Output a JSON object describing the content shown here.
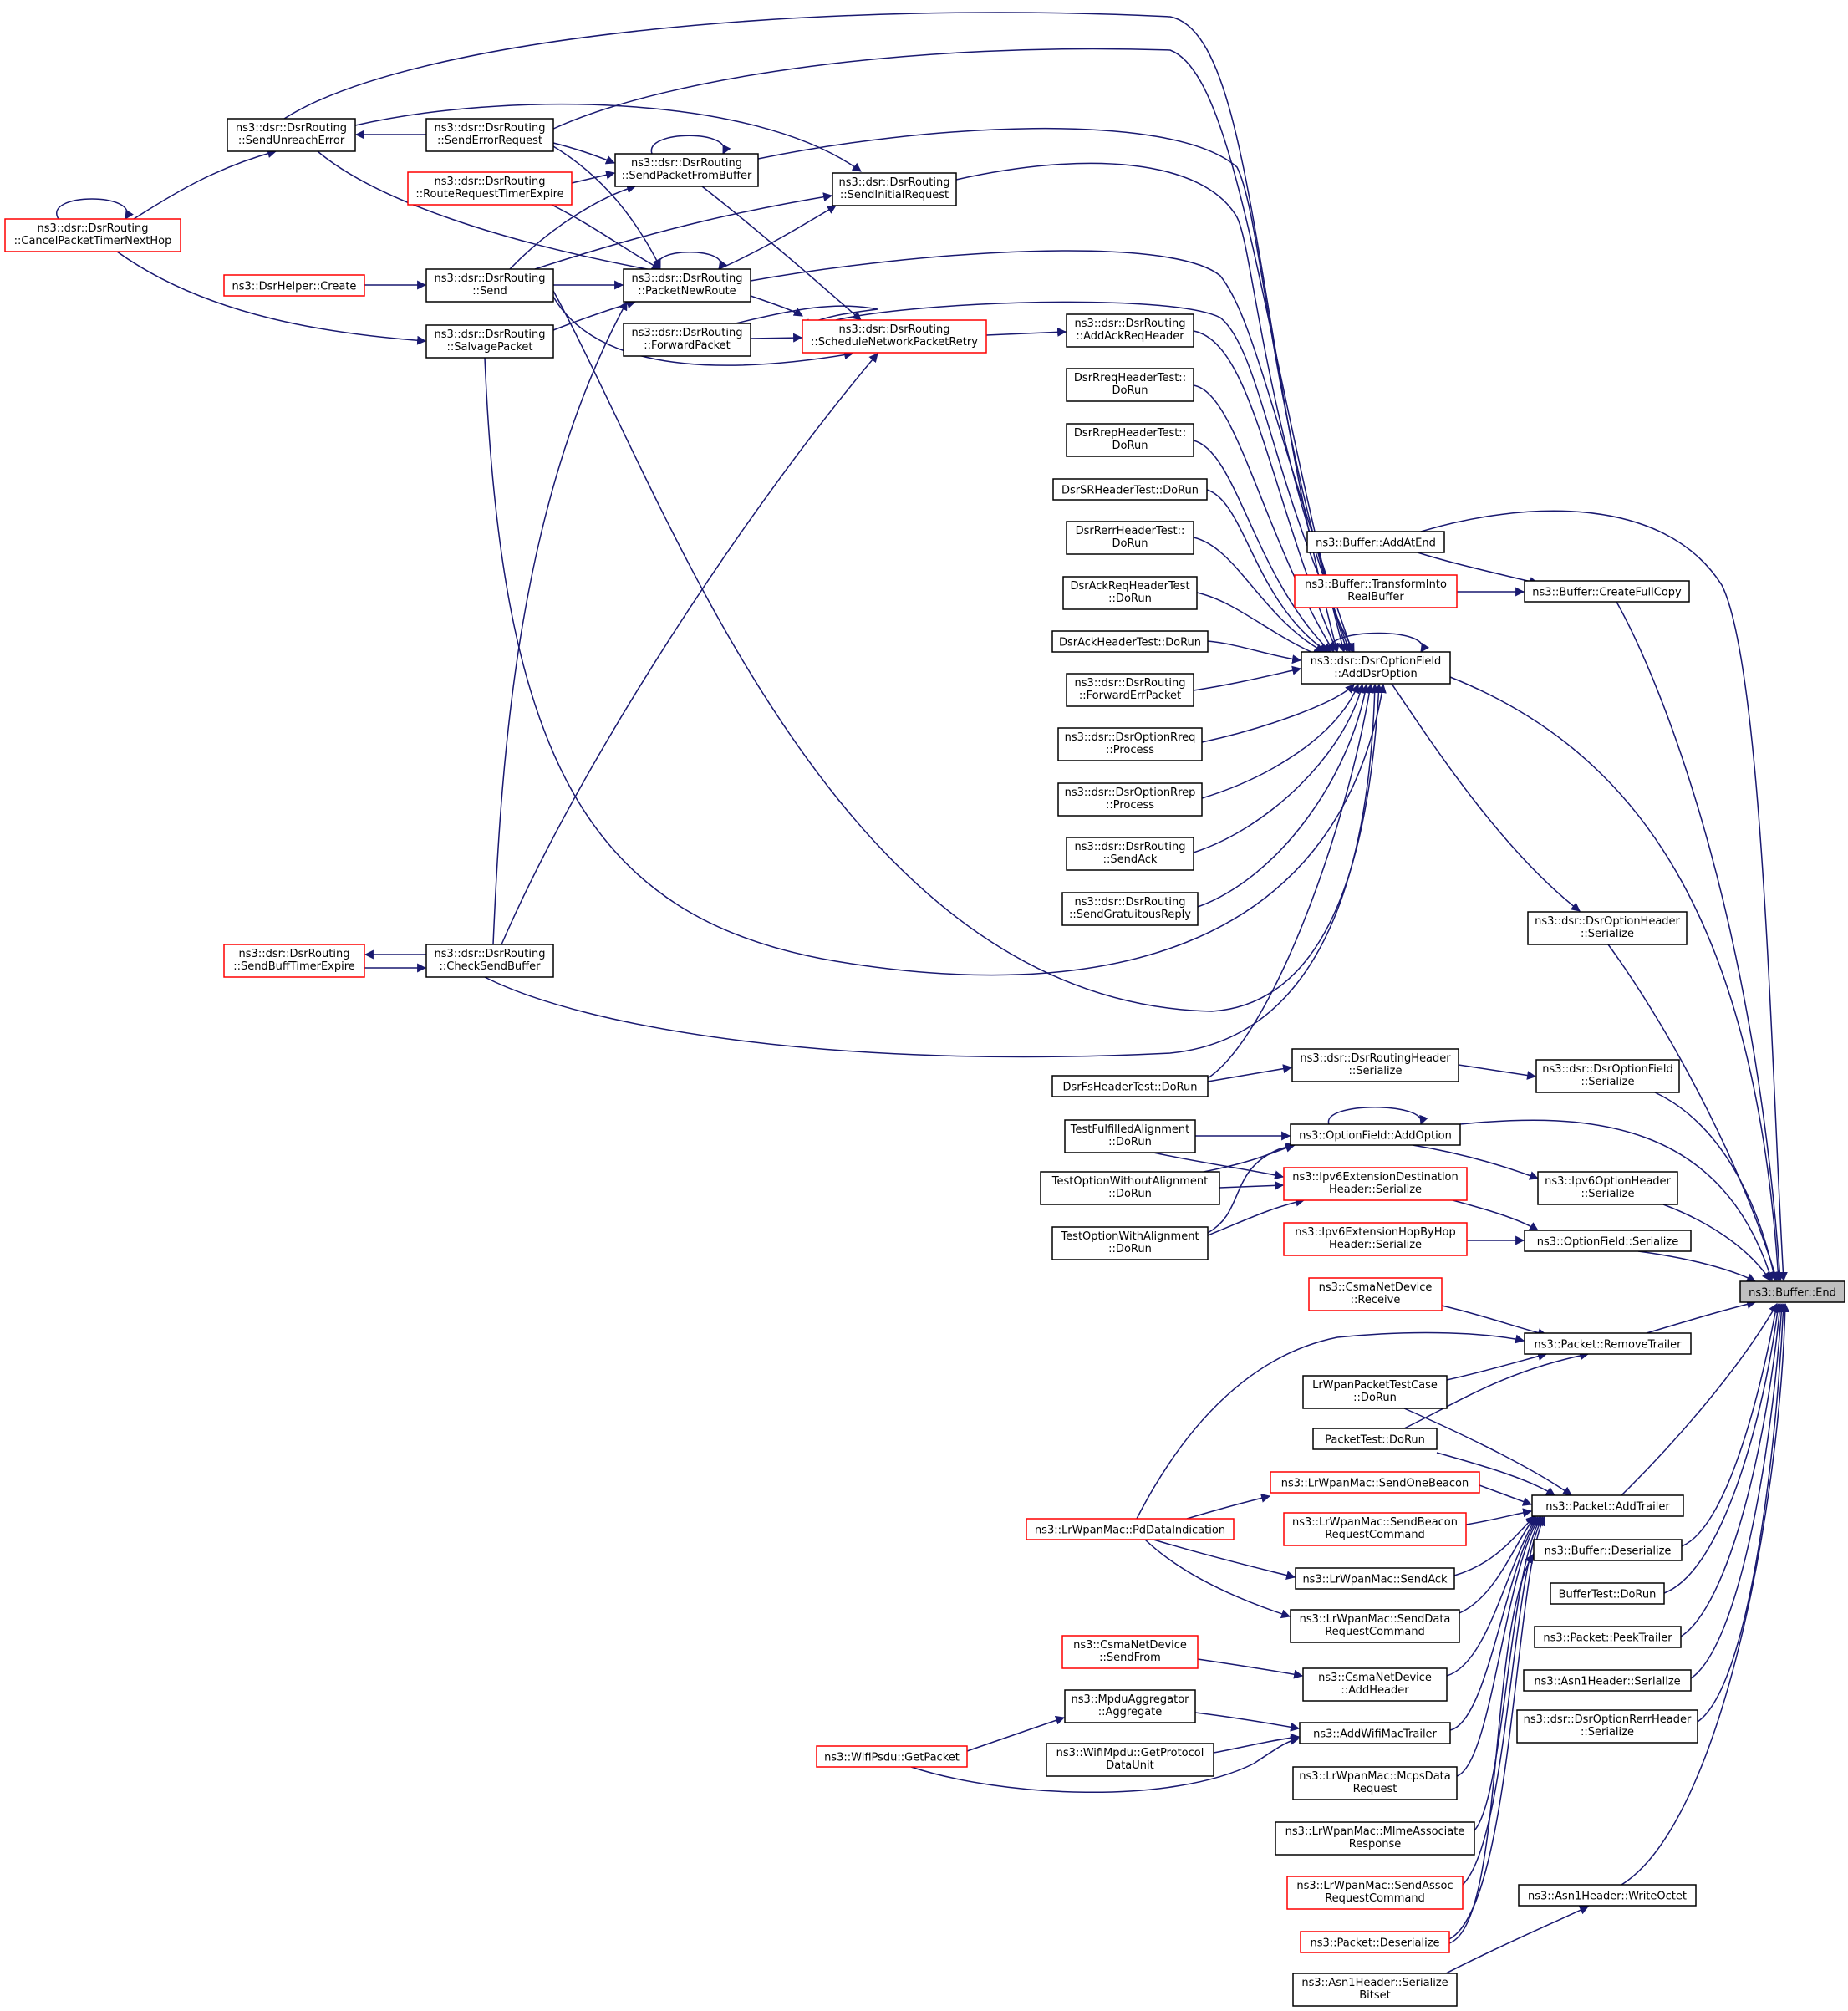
{
  "graph": {
    "root": "ns3::Buffer::End",
    "nodes": [
      {
        "id": "root",
        "lines": [
          "ns3::Buffer::End"
        ],
        "border": "root"
      },
      {
        "id": "addAtEnd",
        "lines": [
          "ns3::Buffer::AddAtEnd"
        ],
        "border": "black"
      },
      {
        "id": "transformInto",
        "lines": [
          "ns3::Buffer::TransformInto",
          "RealBuffer"
        ],
        "border": "red"
      },
      {
        "id": "createFullCopy",
        "lines": [
          "ns3::Buffer::CreateFullCopy"
        ],
        "border": "black"
      },
      {
        "id": "addDsrOption",
        "lines": [
          "ns3::dsr::DsrOptionField",
          "::AddDsrOption"
        ],
        "border": "black"
      },
      {
        "id": "sendUnreachError",
        "lines": [
          "ns3::dsr::DsrRouting",
          "::SendUnreachError"
        ],
        "border": "black"
      },
      {
        "id": "sendErrorRequest",
        "lines": [
          "ns3::dsr::DsrRouting",
          "::SendErrorRequest"
        ],
        "border": "black"
      },
      {
        "id": "sendPacketFromBuffer",
        "lines": [
          "ns3::dsr::DsrRouting",
          "::SendPacketFromBuffer"
        ],
        "border": "black"
      },
      {
        "id": "routeRequestTimerExpire",
        "lines": [
          "ns3::dsr::DsrRouting",
          "::RouteRequestTimerExpire"
        ],
        "border": "red"
      },
      {
        "id": "sendInitialRequest",
        "lines": [
          "ns3::dsr::DsrRouting",
          "::SendInitialRequest"
        ],
        "border": "black"
      },
      {
        "id": "cancelPacketTimer",
        "lines": [
          "ns3::dsr::DsrRouting",
          "::CancelPacketTimerNextHop"
        ],
        "border": "red"
      },
      {
        "id": "dsrHelperCreate",
        "lines": [
          "ns3::DsrHelper::Create"
        ],
        "border": "red"
      },
      {
        "id": "send",
        "lines": [
          "ns3::dsr::DsrRouting",
          "::Send"
        ],
        "border": "black"
      },
      {
        "id": "packetNewRoute",
        "lines": [
          "ns3::dsr::DsrRouting",
          "::PacketNewRoute"
        ],
        "border": "black"
      },
      {
        "id": "forwardPacket",
        "lines": [
          "ns3::dsr::DsrRouting",
          "::ForwardPacket"
        ],
        "border": "black"
      },
      {
        "id": "scheduleNetworkPacketRetry",
        "lines": [
          "ns3::dsr::DsrRouting",
          "::ScheduleNetworkPacketRetry"
        ],
        "border": "red"
      },
      {
        "id": "salvagePacket",
        "lines": [
          "ns3::dsr::DsrRouting",
          "::SalvagePacket"
        ],
        "border": "black"
      },
      {
        "id": "addAckReqHeader",
        "lines": [
          "ns3::dsr::DsrRouting",
          "::AddAckReqHeader"
        ],
        "border": "black"
      },
      {
        "id": "dsrRreqHeaderTest",
        "lines": [
          "DsrRreqHeaderTest::",
          "DoRun"
        ],
        "border": "black"
      },
      {
        "id": "dsrRrepHeaderTest",
        "lines": [
          "DsrRrepHeaderTest::",
          "DoRun"
        ],
        "border": "black"
      },
      {
        "id": "dsrSRHeaderTest",
        "lines": [
          "DsrSRHeaderTest::DoRun"
        ],
        "border": "black"
      },
      {
        "id": "dsrRerrHeaderTest",
        "lines": [
          "DsrRerrHeaderTest::",
          "DoRun"
        ],
        "border": "black"
      },
      {
        "id": "dsrAckReqHeaderTest",
        "lines": [
          "DsrAckReqHeaderTest",
          "::DoRun"
        ],
        "border": "black"
      },
      {
        "id": "dsrAckHeaderTest",
        "lines": [
          "DsrAckHeaderTest::DoRun"
        ],
        "border": "black"
      },
      {
        "id": "forwardErrPacket",
        "lines": [
          "ns3::dsr::DsrRouting",
          "::ForwardErrPacket"
        ],
        "border": "black"
      },
      {
        "id": "optionRreqProcess",
        "lines": [
          "ns3::dsr::DsrOptionRreq",
          "::Process"
        ],
        "border": "black"
      },
      {
        "id": "optionRrepProcess",
        "lines": [
          "ns3::dsr::DsrOptionRrep",
          "::Process"
        ],
        "border": "black"
      },
      {
        "id": "sendAck",
        "lines": [
          "ns3::dsr::DsrRouting",
          "::SendAck"
        ],
        "border": "black"
      },
      {
        "id": "sendGratuitousReply",
        "lines": [
          "ns3::dsr::DsrRouting",
          "::SendGratuitousReply"
        ],
        "border": "black"
      },
      {
        "id": "sendBuffTimerExpire",
        "lines": [
          "ns3::dsr::DsrRouting",
          "::SendBuffTimerExpire"
        ],
        "border": "red"
      },
      {
        "id": "checkSendBuffer",
        "lines": [
          "ns3::dsr::DsrRouting",
          "::CheckSendBuffer"
        ],
        "border": "black"
      },
      {
        "id": "dsrOptionHeaderSerialize",
        "lines": [
          "ns3::dsr::DsrOptionHeader",
          "::Serialize"
        ],
        "border": "black"
      },
      {
        "id": "dsrRoutingHeaderSerialize",
        "lines": [
          "ns3::dsr::DsrRoutingHeader",
          "::Serialize"
        ],
        "border": "black"
      },
      {
        "id": "dsrFsHeaderTest",
        "lines": [
          "DsrFsHeaderTest::DoRun"
        ],
        "border": "black"
      },
      {
        "id": "dsrOptionFieldSerialize",
        "lines": [
          "ns3::dsr::DsrOptionField",
          "::Serialize"
        ],
        "border": "black"
      },
      {
        "id": "optionFieldAddOption",
        "lines": [
          "ns3::OptionField::AddOption"
        ],
        "border": "black"
      },
      {
        "id": "testFulfilledAlignment",
        "lines": [
          "TestFulfilledAlignment",
          "::DoRun"
        ],
        "border": "black"
      },
      {
        "id": "testOptionWithoutAlignment",
        "lines": [
          "TestOptionWithoutAlignment",
          "::DoRun"
        ],
        "border": "black"
      },
      {
        "id": "ipv6ExtDestSerialize",
        "lines": [
          "ns3::Ipv6ExtensionDestination",
          "Header::Serialize"
        ],
        "border": "red"
      },
      {
        "id": "ipv6OptionHeaderSerialize",
        "lines": [
          "ns3::Ipv6OptionHeader",
          "::Serialize"
        ],
        "border": "black"
      },
      {
        "id": "testOptionWithAlignment",
        "lines": [
          "TestOptionWithAlignment",
          "::DoRun"
        ],
        "border": "black"
      },
      {
        "id": "ipv6ExtHopByHopSerialize",
        "lines": [
          "ns3::Ipv6ExtensionHopByHop",
          "Header::Serialize"
        ],
        "border": "red"
      },
      {
        "id": "optionFieldSerialize",
        "lines": [
          "ns3::OptionField::Serialize"
        ],
        "border": "black"
      },
      {
        "id": "csmaReceive",
        "lines": [
          "ns3::CsmaNetDevice",
          "::Receive"
        ],
        "border": "red"
      },
      {
        "id": "packetRemoveTrailer",
        "lines": [
          "ns3::Packet::RemoveTrailer"
        ],
        "border": "black"
      },
      {
        "id": "lrWpanPacketTestCase",
        "lines": [
          "LrWpanPacketTestCase",
          "::DoRun"
        ],
        "border": "black"
      },
      {
        "id": "packetTest",
        "lines": [
          "PacketTest::DoRun"
        ],
        "border": "black"
      },
      {
        "id": "sendOneBeacon",
        "lines": [
          "ns3::LrWpanMac::SendOneBeacon"
        ],
        "border": "red"
      },
      {
        "id": "packetAddTrailer",
        "lines": [
          "ns3::Packet::AddTrailer"
        ],
        "border": "black"
      },
      {
        "id": "pdDataIndication",
        "lines": [
          "ns3::LrWpanMac::PdDataIndication"
        ],
        "border": "red"
      },
      {
        "id": "sendBeaconRequest",
        "lines": [
          "ns3::LrWpanMac::SendBeacon",
          "RequestCommand"
        ],
        "border": "red"
      },
      {
        "id": "bufferDeserialize",
        "lines": [
          "ns3::Buffer::Deserialize"
        ],
        "border": "black"
      },
      {
        "id": "lrSendAck",
        "lines": [
          "ns3::LrWpanMac::SendAck"
        ],
        "border": "black"
      },
      {
        "id": "bufferTest",
        "lines": [
          "BufferTest::DoRun"
        ],
        "border": "black"
      },
      {
        "id": "sendDataRequest",
        "lines": [
          "ns3::LrWpanMac::SendData",
          "RequestCommand"
        ],
        "border": "black"
      },
      {
        "id": "packetPeekTrailer",
        "lines": [
          "ns3::Packet::PeekTrailer"
        ],
        "border": "black"
      },
      {
        "id": "csmaSendFrom",
        "lines": [
          "ns3::CsmaNetDevice",
          "::SendFrom"
        ],
        "border": "red"
      },
      {
        "id": "csmaAddHeader",
        "lines": [
          "ns3::CsmaNetDevice",
          "::AddHeader"
        ],
        "border": "black"
      },
      {
        "id": "asn1HeaderSerialize",
        "lines": [
          "ns3::Asn1Header::Serialize"
        ],
        "border": "black"
      },
      {
        "id": "mpduAggregate",
        "lines": [
          "ns3::MpduAggregator",
          "::Aggregate"
        ],
        "border": "black"
      },
      {
        "id": "dsrOptionRerrSerialize",
        "lines": [
          "ns3::dsr::DsrOptionRerrHeader",
          "::Serialize"
        ],
        "border": "black"
      },
      {
        "id": "addWifiMacTrailer",
        "lines": [
          "ns3::AddWifiMacTrailer"
        ],
        "border": "black"
      },
      {
        "id": "wifiPsduGetPacket",
        "lines": [
          "ns3::WifiPsdu::GetPacket"
        ],
        "border": "red"
      },
      {
        "id": "wifiMpduGetPDU",
        "lines": [
          "ns3::WifiMpdu::GetProtocol",
          "DataUnit"
        ],
        "border": "black"
      },
      {
        "id": "mcpsDataRequest",
        "lines": [
          "ns3::LrWpanMac::McpsData",
          "Request"
        ],
        "border": "black"
      },
      {
        "id": "mlmeAssociateResponse",
        "lines": [
          "ns3::LrWpanMac::MlmeAssociate",
          "Response"
        ],
        "border": "black"
      },
      {
        "id": "sendAssocRequest",
        "lines": [
          "ns3::LrWpanMac::SendAssoc",
          "RequestCommand"
        ],
        "border": "red"
      },
      {
        "id": "asn1WriteOctet",
        "lines": [
          "ns3::Asn1Header::WriteOctet"
        ],
        "border": "black"
      },
      {
        "id": "packetDeserialize",
        "lines": [
          "ns3::Packet::Deserialize"
        ],
        "border": "red"
      },
      {
        "id": "asn1SerializeBitset",
        "lines": [
          "ns3::Asn1Header::Serialize",
          "Bitset"
        ],
        "border": "black"
      }
    ]
  }
}
